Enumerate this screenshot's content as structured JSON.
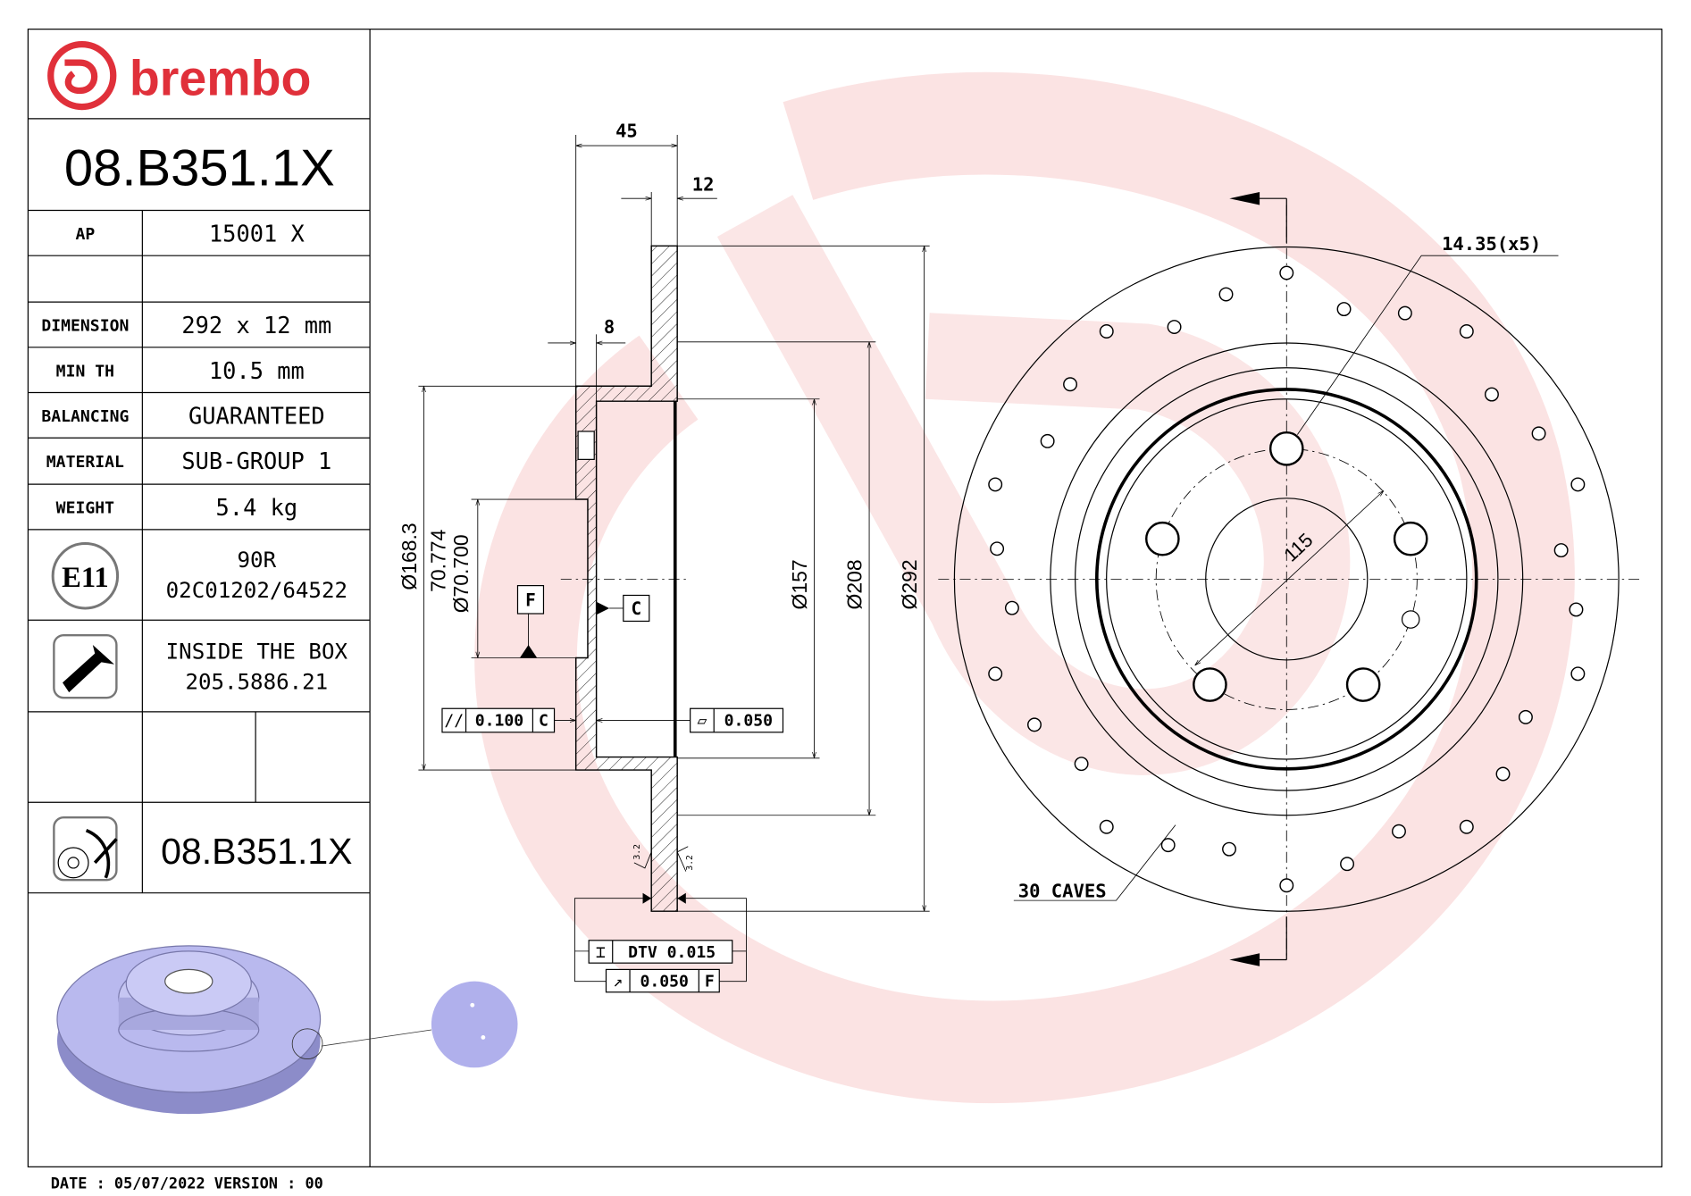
{
  "brand": {
    "logo_text": "brembo",
    "color": "#e0303a"
  },
  "title_block": {
    "part_number": "08.B351.1X",
    "rows": [
      {
        "label": "AP",
        "value": "15001 X"
      },
      {
        "label": "DIMENSION",
        "value": "292 x 12 mm"
      },
      {
        "label": "MIN TH",
        "value": "10.5 mm"
      },
      {
        "label": "BALANCING",
        "value": "GUARANTEED"
      },
      {
        "label": "MATERIAL",
        "value": "SUB-GROUP 1"
      },
      {
        "label": "WEIGHT",
        "value": "5.4 kg"
      }
    ],
    "homologation": {
      "mark": "E11",
      "line1": "90R",
      "line2": "02C01202/64522"
    },
    "inside_box": {
      "line1": "INSIDE THE BOX",
      "line2": "205.5886.21"
    },
    "bottom_part_number": "08.B351.1X"
  },
  "section_view": {
    "dim_width": "45",
    "dim_thickness": "12",
    "dim_hat": "8",
    "dia_168": "Ø168.3",
    "dia_bore_max": "70.774",
    "dia_bore_min": "Ø70.700",
    "dia_157": "Ø157",
    "dia_208": "Ø208",
    "dia_292": "Ø292",
    "datum_f": "F",
    "datum_c": "C",
    "parallelism": {
      "symbol": "//",
      "value": "0.100",
      "datum": "C"
    },
    "flatness": {
      "symbol": "▱",
      "value": "0.050"
    },
    "dtv": {
      "symbol": "⌶",
      "value": "DTV 0.015"
    },
    "runout": {
      "symbol": "↗",
      "value": "0.050",
      "datum": "F"
    },
    "roughness_left": "3.2",
    "roughness_right": "3.2"
  },
  "front_view": {
    "bolt_hole_label": "14.35(x5)",
    "pcd_label": "115",
    "caves_label": "30 CAVES"
  },
  "footer": {
    "date_text": "DATE : 05/07/2022 VERSION : 00"
  }
}
